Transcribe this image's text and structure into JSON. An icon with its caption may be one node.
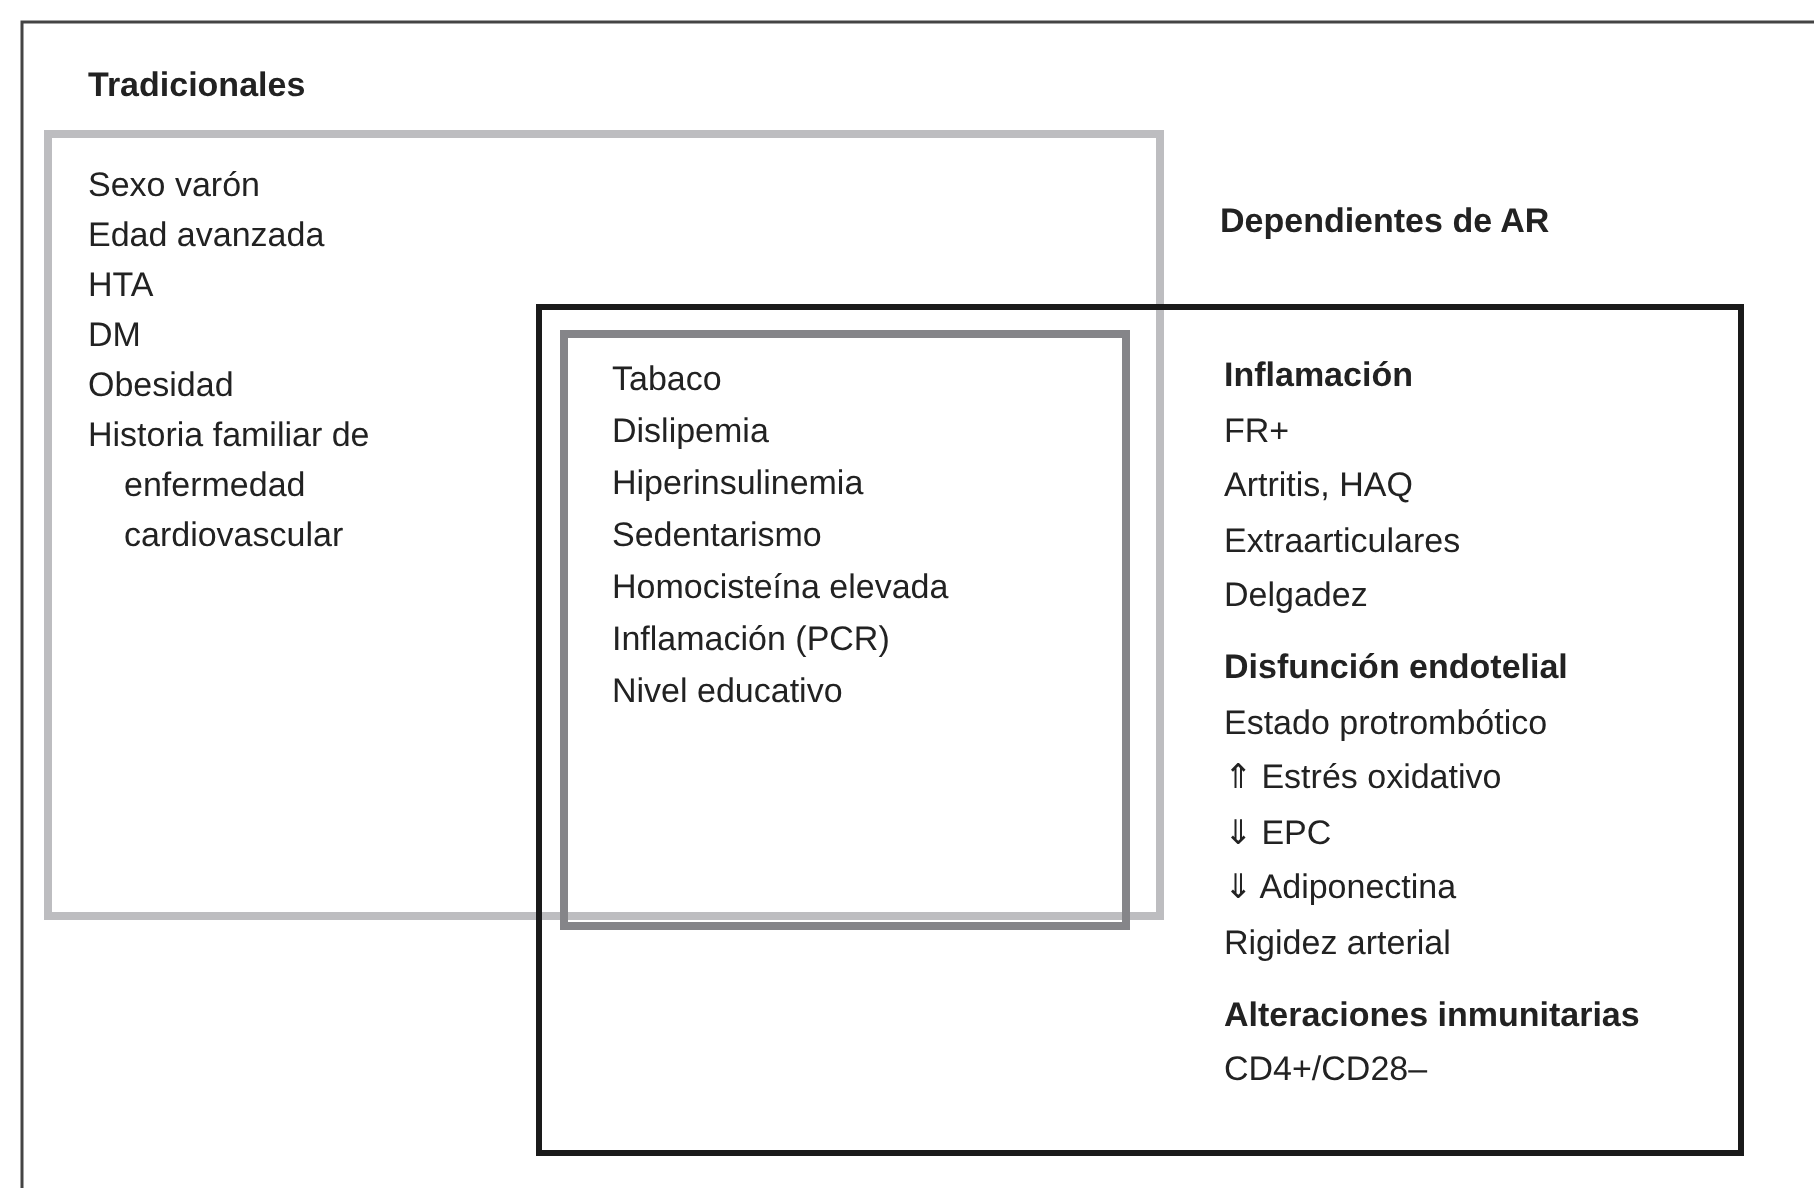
{
  "diagram": {
    "nodes": [
      {
        "text": [
          "Tradicionales",
          "Sexo varón",
          "Edad avanzada",
          "HTA",
          "DM",
          "Obesidad",
          "Historia familiar de enfermedad cardiovascular"
        ]
      },
      {
        "text": [
          "Dependientes de AR",
          "Inflamación",
          "FR+",
          "Artritis, HAQ",
          "Extraarticulares",
          "Delgadez",
          "Disfunción endotelial",
          "Estado protrombótico",
          "⇑ Estrés oxidativo",
          "⇓ EPC",
          "⇓ Adiponectina",
          "Rigidez arterial",
          "Alteraciones  inmunitarias",
          "CD4+/CD28–"
        ]
      },
      {
        "text": [
          "Tabaco",
          "Dislipemia",
          "Hiperinsulinemia",
          "Sedentarismo",
          "Homocisteína elevada",
          "Inflamación (PCR)",
          "Nivel educativo"
        ]
      }
    ]
  }
}
